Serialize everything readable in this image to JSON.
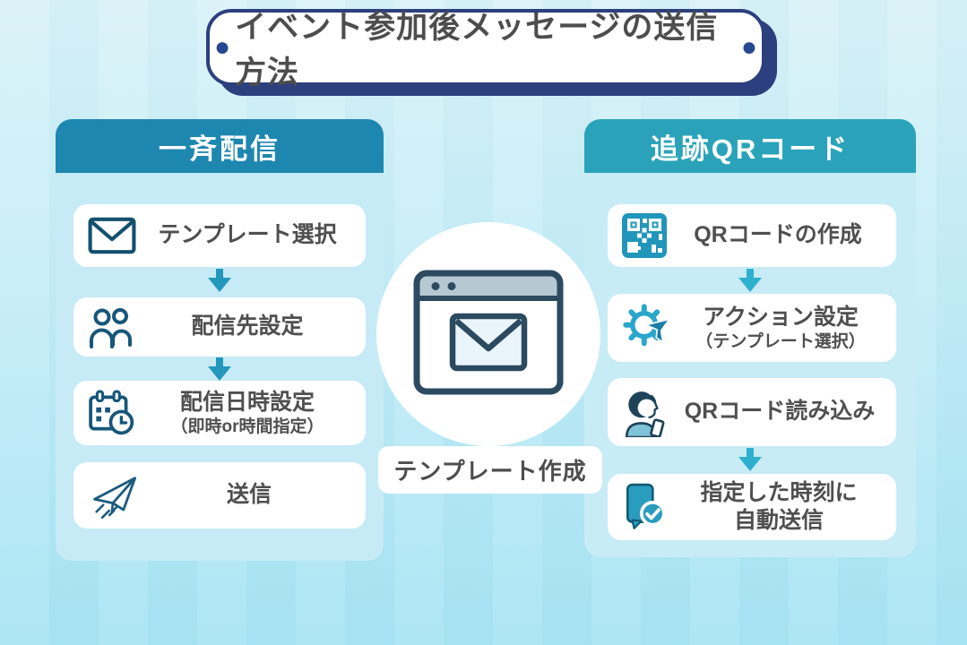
{
  "title": {
    "dot": "●",
    "text": "イベント参加後メッセージの送信方法"
  },
  "left_column": {
    "header": "一斉配信",
    "steps": [
      {
        "icon": "envelope-icon",
        "label": "テンプレート選択"
      },
      {
        "icon": "people-icon",
        "label": "配信先設定"
      },
      {
        "icon": "calendar-clock-icon",
        "label": "配信日時設定",
        "sublabel": "（即時or時間指定）"
      },
      {
        "icon": "paper-plane-icon",
        "label": "送信"
      }
    ]
  },
  "center": {
    "icon": "browser-mail-icon",
    "label": "テンプレート作成"
  },
  "right_column": {
    "header": "追跡QRコード",
    "steps": [
      {
        "icon": "qr-code-icon",
        "label": "QRコードの作成"
      },
      {
        "icon": "gear-funnel-icon",
        "label": "アクション設定",
        "sublabel": "（テンプレート選択）"
      },
      {
        "icon": "person-phone-icon",
        "label": "QRコード読み込み"
      },
      {
        "icon": "phone-check-icon",
        "label": "指定した時刻に",
        "label2": "自動送信"
      }
    ]
  },
  "colors": {
    "background_top": "#d9f2f8",
    "background_bottom": "#a8e4f4",
    "banner_navy": "#2c3f7e",
    "title_dot_navy": "#27478f",
    "left_header_teal": "#1e87b0",
    "right_header_teal": "#2aa3ba",
    "panel_blue": "#c6ebf6",
    "card_white": "#ffffff",
    "card_text_gray": "#4f4f4f",
    "arrow_left": "#2398bc",
    "arrow_right": "#30b0cf",
    "icon_stroke_dark_teal": "#16567a",
    "icon_fill_teal": "#2196ba"
  }
}
